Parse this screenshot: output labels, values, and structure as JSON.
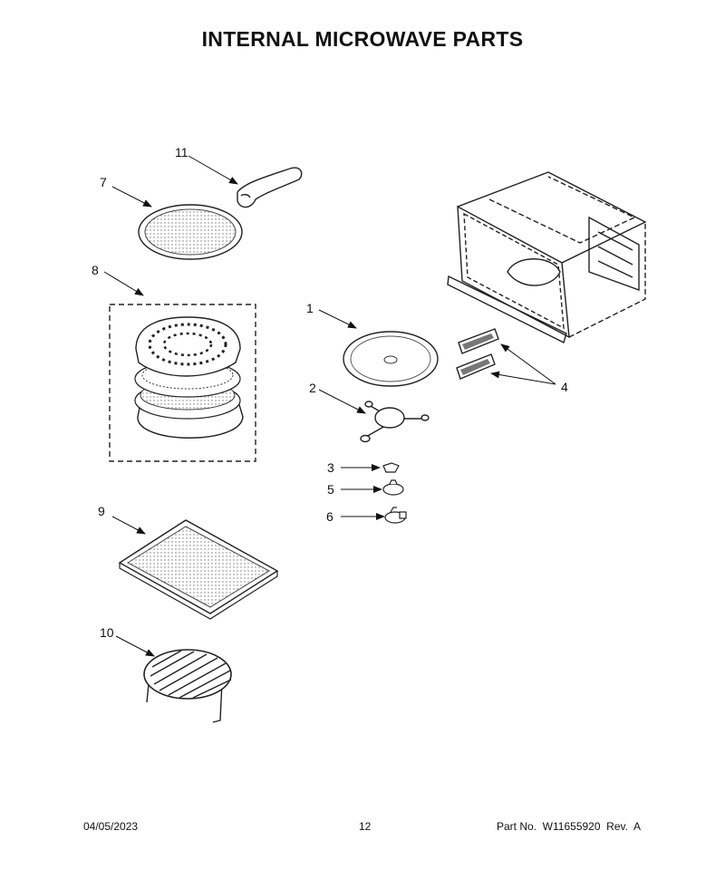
{
  "page": {
    "title": "INTERNAL MICROWAVE PARTS",
    "footer": {
      "date": "04/05/2023",
      "page_number": "12",
      "part_no": "Part No.  W11655920  Rev.  A"
    }
  },
  "callouts": [
    {
      "id": "1",
      "label": "1",
      "part": "turntable-glass-tray"
    },
    {
      "id": "2",
      "label": "2",
      "part": "turntable-support"
    },
    {
      "id": "3",
      "label": "3",
      "part": "coupler"
    },
    {
      "id": "4",
      "label": "4",
      "part": "waveguide-covers"
    },
    {
      "id": "5",
      "label": "5",
      "part": "turntable-motor"
    },
    {
      "id": "6",
      "label": "6",
      "part": "motor"
    },
    {
      "id": "7",
      "label": "7",
      "part": "crisper-pan"
    },
    {
      "id": "8",
      "label": "8",
      "part": "steamer-assembly"
    },
    {
      "id": "9",
      "label": "9",
      "part": "baking-tray"
    },
    {
      "id": "10",
      "label": "10",
      "part": "wire-rack"
    },
    {
      "id": "11",
      "label": "11",
      "part": "handle"
    }
  ]
}
